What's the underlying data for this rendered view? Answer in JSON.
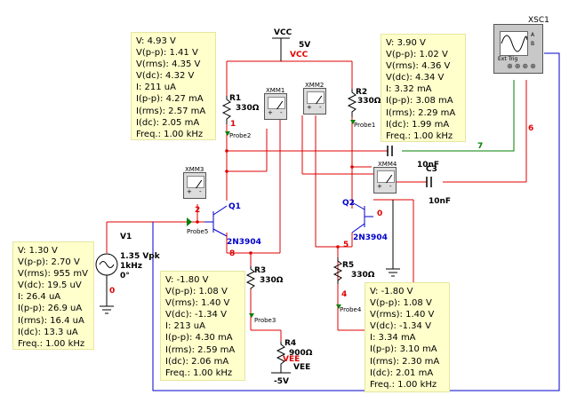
{
  "probes": {
    "probe_r1": [
      "V: 4.93 V",
      "V(p-p): 1.41 V",
      "V(rms): 4.35 V",
      "V(dc): 4.32 V",
      "I: 211 uA",
      "I(p-p): 4.27 mA",
      "I(rms): 2.57 mA",
      "I(dc): 2.05 mA",
      "Freq.: 1.00 kHz"
    ],
    "probe_r2": [
      "V: 3.90 V",
      "V(p-p): 1.02 V",
      "V(rms): 4.36 V",
      "V(dc): 4.34 V",
      "I: 3.32 mA",
      "I(p-p): 3.08 mA",
      "I(rms): 2.29 mA",
      "I(dc): 1.99 mA",
      "Freq.: 1.00 kHz"
    ],
    "probe_q1_base": [
      "V: 1.30 V",
      "V(p-p): 2.70 V",
      "V(rms): 955 mV",
      "V(dc): 19.5 uV",
      "I: 26.4 uA",
      "I(p-p): 26.9 uA",
      "I(rms): 16.4 uA",
      "I(dc): 13.3 uA",
      "Freq.: 1.00 kHz"
    ],
    "probe_r3": [
      "V: -1.80 V",
      "V(p-p): 1.08 V",
      "V(rms): 1.40 V",
      "V(dc): -1.34 V",
      "I: 213 uA",
      "I(p-p): 4.30 mA",
      "I(rms): 2.59 mA",
      "I(dc): 2.06 mA",
      "Freq.: 1.00 kHz"
    ],
    "probe_r5": [
      "V: -1.80 V",
      "V(p-p): 1.08 V",
      "V(rms): 1.40 V",
      "V(dc): -1.34 V",
      "I: 3.34 mA",
      "I(p-p): 3.10 mA",
      "I(rms): 2.30 mA",
      "I(dc): 2.01 mA",
      "Freq.: 1.00 kHz"
    ]
  },
  "labels": {
    "vcc_name": "VCC",
    "vcc_value": "5V",
    "vcc_net": "VCC",
    "vee_net": "VEE",
    "vee_name": "VEE",
    "vee_value": "-5V",
    "r1_name": "R1",
    "r1_value": "330Ω",
    "r2_name": "R2",
    "r2_value": "330Ω",
    "r3_name": "R3",
    "r3_value": "330Ω",
    "r4_name": "R4",
    "r4_value": "900Ω",
    "r5_name": "R5",
    "r5_value": "330Ω",
    "q1_name": "Q1",
    "q1_model": "2N3904",
    "q2_name": "Q2",
    "q2_model": "2N3904",
    "c2_value": "10nF",
    "c3_name": "C3",
    "c3_value": "10nF",
    "v1_name": "V1",
    "v1_amp": "1.35 Vpk",
    "v1_freq": "1kHz",
    "v1_phase": "0°",
    "xmm1": "XMM1",
    "xmm2": "XMM2",
    "xmm3": "XMM3",
    "xmm4": "XMM4",
    "xsc1": "XSC1",
    "probe2": "Probe2",
    "probe1": "Probe1",
    "probe5": "Probe5",
    "probe3": "Probe3",
    "probe4": "Probe4",
    "net_1": "1",
    "net_7": "7",
    "net_6": "6",
    "net_2": "2",
    "net_8": "8",
    "net_0a": "0",
    "net_0b": "0",
    "net_5": "5",
    "net_4": "4",
    "scope_a": "A",
    "scope_b": "B",
    "scope_ext": "Ext Trig",
    "meter_plus": "+",
    "meter_minus": "-"
  },
  "colors": {
    "wire_red": "#e00000",
    "wire_blue": "#0000cc",
    "wire_green": "#008000",
    "wire_black": "#000000",
    "probe_bg": "#ffffcc"
  }
}
